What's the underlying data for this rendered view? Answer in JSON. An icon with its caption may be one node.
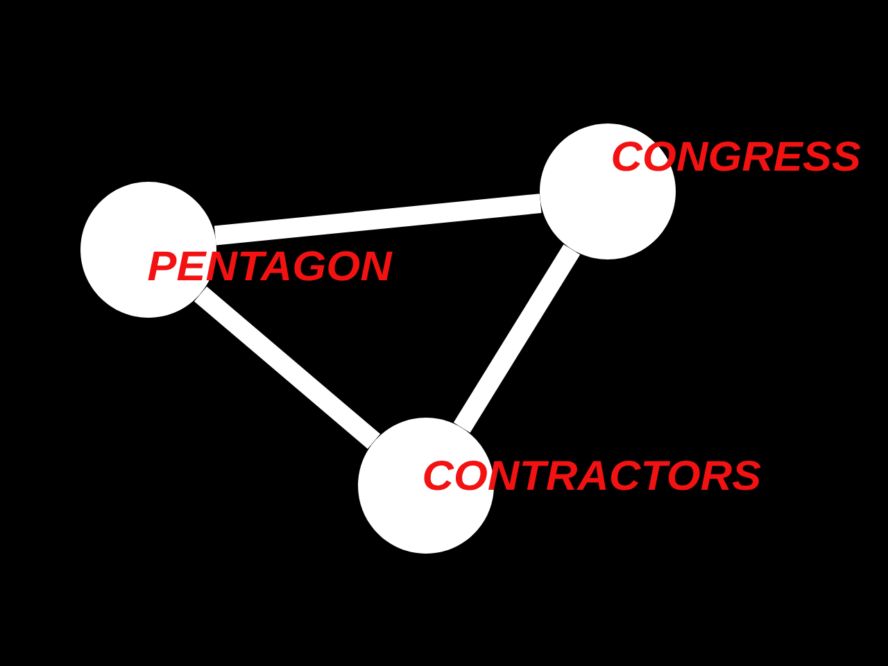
{
  "diagram": {
    "nodes": [
      {
        "text": [
          "CONGRESS"
        ]
      },
      {
        "text": [
          "PENTAGON"
        ]
      },
      {
        "text": [
          "CONTRACTORS"
        ]
      }
    ],
    "edges": [
      {
        "from": 1,
        "to": 0,
        "arrow": "none"
      },
      {
        "from": 1,
        "to": 2,
        "arrow": "none"
      },
      {
        "from": 0,
        "to": 2,
        "arrow": "none"
      }
    ]
  }
}
